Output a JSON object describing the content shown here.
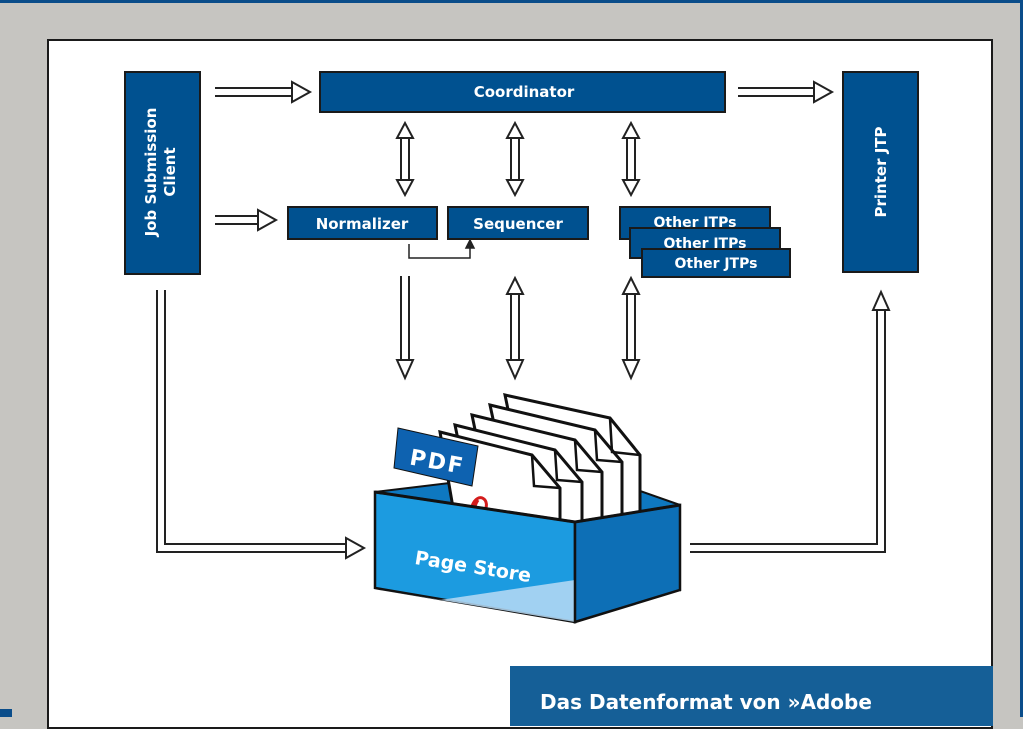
{
  "diagram": {
    "client_label_line1": "Job Submission",
    "client_label_line2": "Client",
    "coordinator_label": "Coordinator",
    "normalizer_label": "Normalizer",
    "sequencer_label": "Sequencer",
    "other_jtps_labels": [
      "Other JTPs",
      "Other JTPs",
      "Other JTPs"
    ],
    "printer_label": "Printer JTP",
    "pdf_label": "PDF",
    "page_store_label": "Page Store"
  },
  "caption": {
    "text": "Das Datenformat von »Adobe"
  },
  "colors": {
    "box_blue": "#005190",
    "box_border": "#1a1a1a",
    "store_blue": "#1c9be0",
    "background_gray": "#c6c5c1",
    "caption_blue": "#155f97"
  }
}
